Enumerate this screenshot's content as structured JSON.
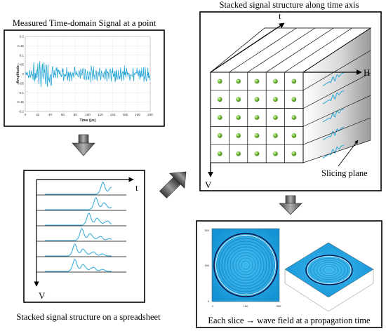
{
  "top_left": {
    "caption": "Measured Time-domain Signal at a point",
    "plot": {
      "ylabel": "Amplitude",
      "xlabel": "Time (μs)",
      "xticks": [
        "0",
        "20",
        "40",
        "60",
        "80",
        "100",
        "120",
        "140",
        "160",
        "180",
        "200"
      ],
      "yticks": [
        "0.2",
        "0.15",
        "0.1",
        "0.05",
        "0",
        "-0.05",
        "-0.1",
        "-0.15",
        "-0.2"
      ],
      "xlim": [
        0,
        200
      ],
      "ylim": [
        -0.2,
        0.2
      ],
      "line_color": "#2aa7d6"
    }
  },
  "bottom_left": {
    "caption": "Stacked signal structure on a spreadsheet",
    "axis_t": "t",
    "axis_v": "V",
    "rows": 6
  },
  "top_right": {
    "caption": "Stacked signal structure along time axis",
    "axis_t": "t",
    "axis_h": "H",
    "axis_v": "V",
    "slicing_label": "Slicing plane",
    "grid_rows": 5,
    "grid_cols": 5,
    "dot_color": "#7cc242"
  },
  "bottom_right": {
    "caption": "Each slice → wave field at a propagation time",
    "left_plot_ticks": {
      "x": [
        "0",
        "150",
        "300"
      ],
      "y": [
        "300",
        "150",
        "0"
      ]
    },
    "field_color": "#1aa3e0"
  }
}
